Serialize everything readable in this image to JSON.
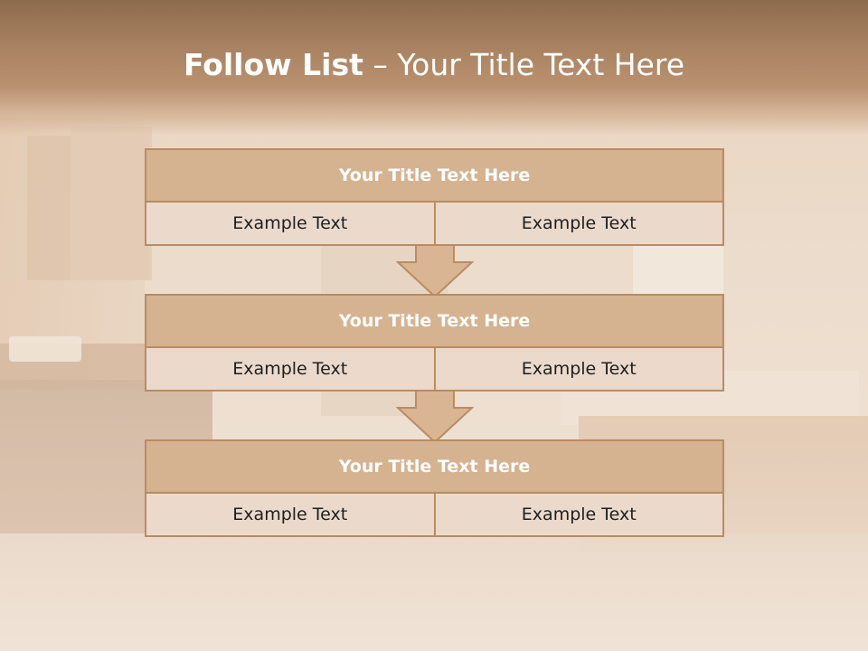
{
  "slide": {
    "title_main": "Follow List",
    "title_sep": "– Your Title Text Here"
  },
  "blocks": [
    {
      "title": "Your Title Text Here",
      "left": "Example Text",
      "right": "Example Text"
    },
    {
      "title": "Your Title Text Here",
      "left": "Example Text",
      "right": "Example Text"
    },
    {
      "title": "Your Title Text Here",
      "left": "Example Text",
      "right": "Example Text"
    }
  ],
  "colors": {
    "header": "#a88261",
    "block_border": "#b98c63",
    "block_head": "#d5b290",
    "block_body": "#ebdacb",
    "arrow_fill": "#d9b594"
  },
  "icons": [
    "down-arrow-icon",
    "down-arrow-icon"
  ]
}
